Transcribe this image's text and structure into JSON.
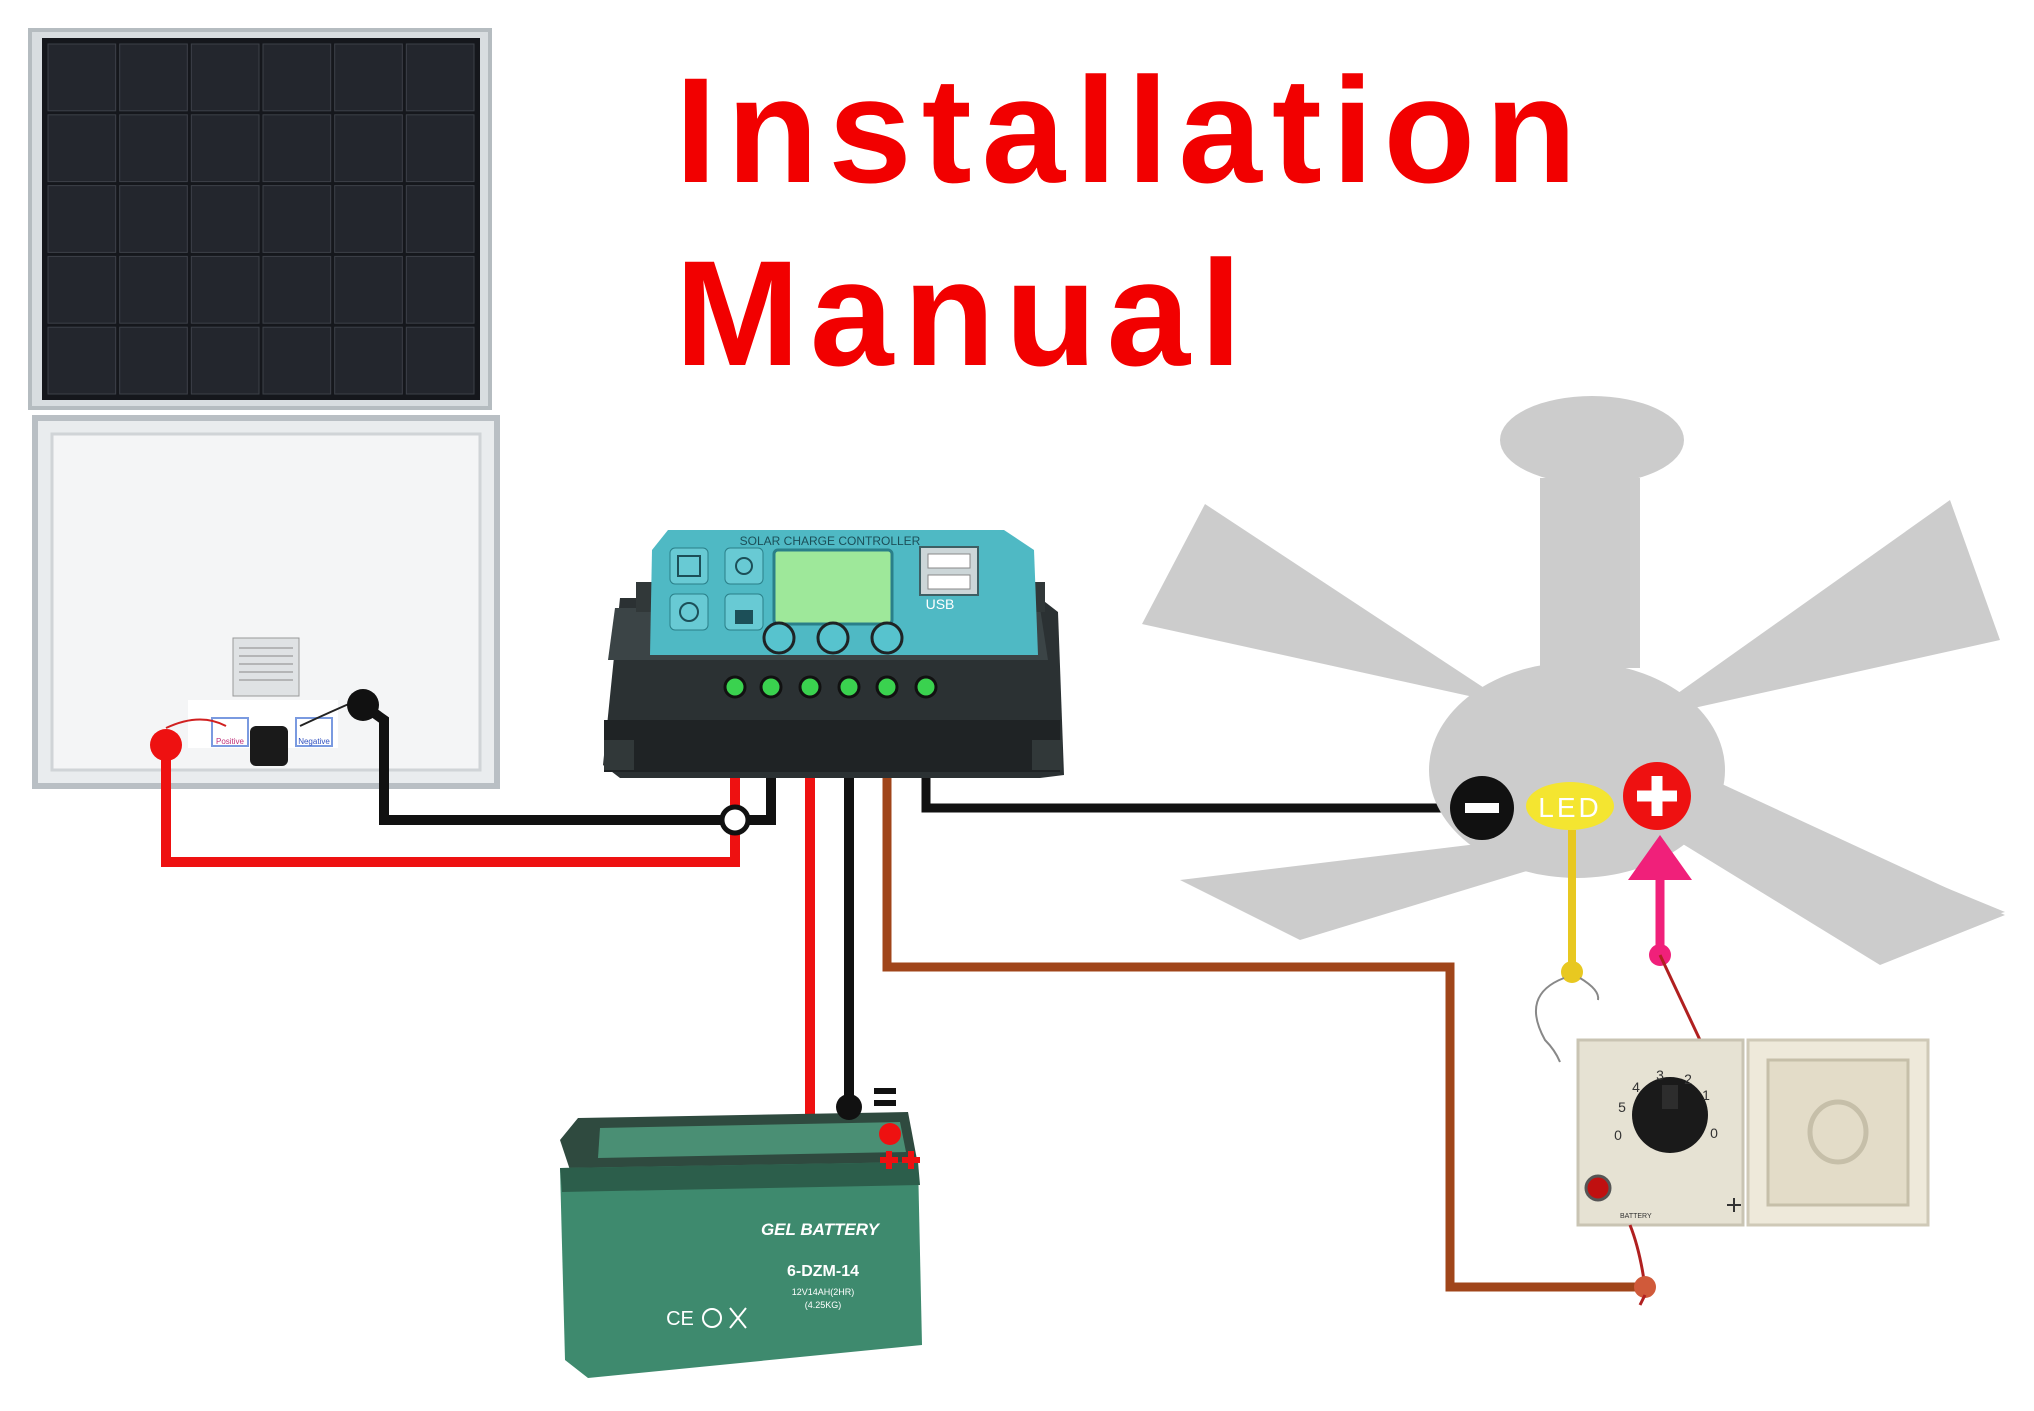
{
  "title": {
    "line1": "Installation",
    "line2": "Manual"
  },
  "controller": {
    "header": "SOLAR CHARGE CONTROLLER",
    "usb_label": "USB"
  },
  "battery": {
    "brand": "GEL BATTERY",
    "model": "6-DZM-14",
    "spec": "12V14AH(2HR)",
    "weight": "(4.25KG)",
    "cert_marks": "CE"
  },
  "fan": {
    "led_label": "LED"
  },
  "switch": {
    "dial_numbers": [
      "0",
      "5",
      "4",
      "3",
      "2",
      "1",
      "0"
    ],
    "battery_label": "BATTERY"
  },
  "panel_labels": {
    "positive": "Positive",
    "negative": "Negative"
  },
  "wire_colors": {
    "positive": "#ee1111",
    "negative": "#111111",
    "load": "#a0451a",
    "led": "#e8c820",
    "fan_positive": "#f0207a"
  }
}
